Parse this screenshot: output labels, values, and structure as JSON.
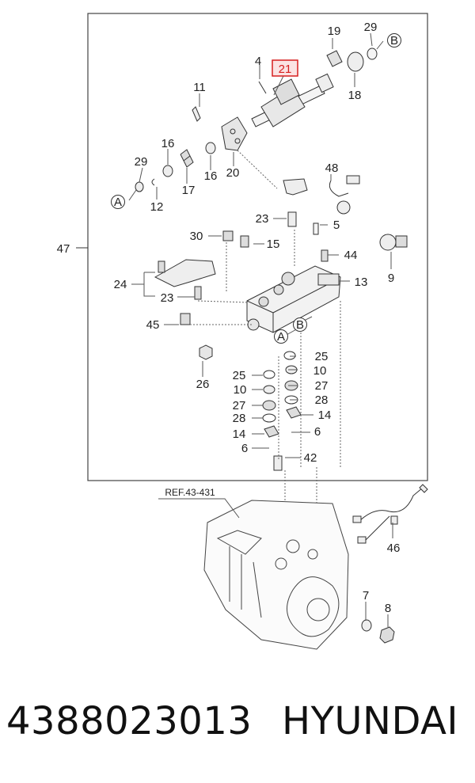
{
  "diagram": {
    "ref_label": "REF.43-431",
    "highlighted_callout": "21",
    "callouts": {
      "c47": "47",
      "c4": "4",
      "c21": "21",
      "c19": "19",
      "c29a": "29",
      "cB1": "B",
      "c18": "18",
      "c11": "11",
      "c16a": "16",
      "c20": "20",
      "c16b": "16",
      "c17": "17",
      "c29b": "29",
      "cA1": "A",
      "c12": "12",
      "c48": "48",
      "c23a": "23",
      "c5": "5",
      "c30": "30",
      "c15": "15",
      "c9": "9",
      "c44": "44",
      "c24": "24",
      "c23b": "23",
      "c13": "13",
      "c45": "45",
      "cB2": "B",
      "cA2": "A",
      "c25a": "25",
      "c25b": "25",
      "c10a": "10",
      "c10b": "10",
      "c27a": "27",
      "c27b": "27",
      "c28a": "28",
      "c28b": "28",
      "c14a": "14",
      "c14b": "14",
      "c6a": "6",
      "c6b": "6",
      "c26": "26",
      "c42": "42",
      "c46": "46",
      "c7": "7",
      "c8": "8"
    }
  },
  "footer": {
    "part_number": "4388023013",
    "brand": "HYUNDAI"
  },
  "colors": {
    "highlight_border": "#d61f1f",
    "highlight_fill": "#fbe3e3",
    "line": "#333333"
  }
}
